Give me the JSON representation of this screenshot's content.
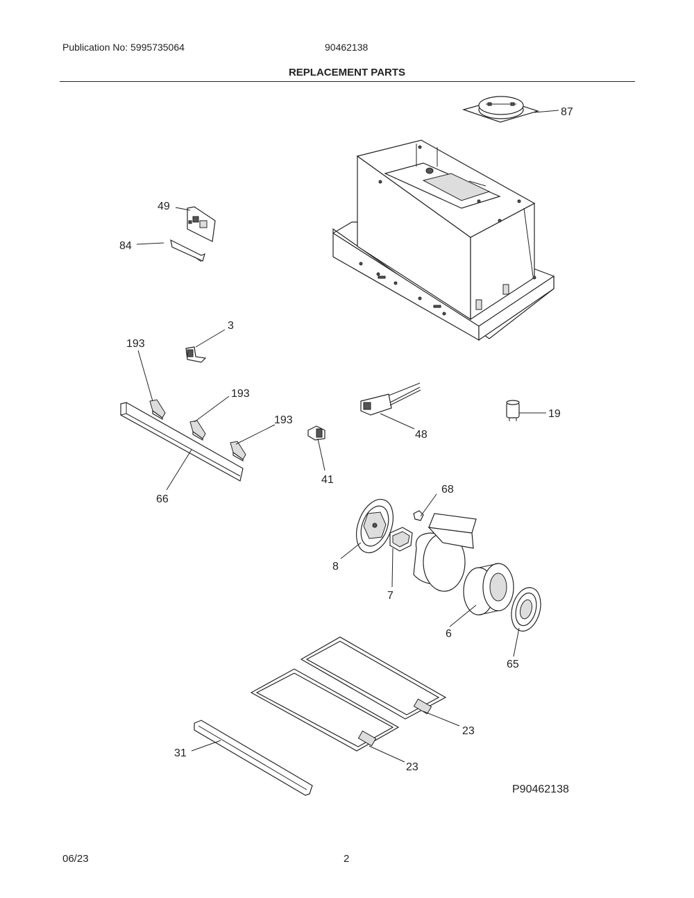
{
  "header": {
    "publication": "Publication No: 5995735064",
    "model": "90462138",
    "title": "REPLACEMENT PARTS"
  },
  "callouts": [
    {
      "id": "87",
      "label": "87"
    },
    {
      "id": "49",
      "label": "49"
    },
    {
      "id": "84",
      "label": "84"
    },
    {
      "id": "3",
      "label": "3"
    },
    {
      "id": "193a",
      "label": "193"
    },
    {
      "id": "193b",
      "label": "193"
    },
    {
      "id": "193c",
      "label": "193"
    },
    {
      "id": "48",
      "label": "48"
    },
    {
      "id": "19",
      "label": "19"
    },
    {
      "id": "41",
      "label": "41"
    },
    {
      "id": "66",
      "label": "66"
    },
    {
      "id": "68",
      "label": "68"
    },
    {
      "id": "8",
      "label": "8"
    },
    {
      "id": "7",
      "label": "7"
    },
    {
      "id": "6",
      "label": "6"
    },
    {
      "id": "65",
      "label": "65"
    },
    {
      "id": "23a",
      "label": "23"
    },
    {
      "id": "23b",
      "label": "23"
    },
    {
      "id": "31",
      "label": "31"
    }
  ],
  "diagram_code": "P90462138",
  "footer": {
    "date": "06/23",
    "page": "2"
  }
}
